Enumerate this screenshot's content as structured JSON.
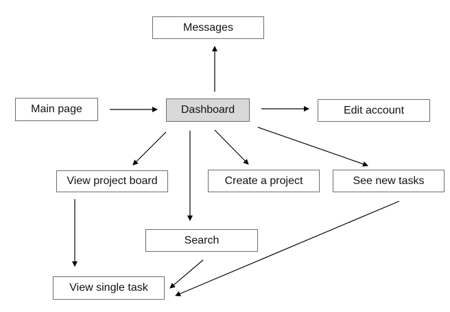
{
  "nodes": {
    "messages": {
      "label": "Messages"
    },
    "main_page": {
      "label": "Main page"
    },
    "dashboard": {
      "label": "Dashboard"
    },
    "edit_account": {
      "label": "Edit account"
    },
    "view_project_board": {
      "label": "View project board"
    },
    "create_project": {
      "label": "Create a project"
    },
    "see_new_tasks": {
      "label": "See new tasks"
    },
    "search": {
      "label": "Search"
    },
    "view_single_task": {
      "label": "View single task"
    }
  },
  "edges": [
    {
      "from": "dashboard",
      "to": "messages"
    },
    {
      "from": "main_page",
      "to": "dashboard"
    },
    {
      "from": "dashboard",
      "to": "edit_account"
    },
    {
      "from": "dashboard",
      "to": "view_project_board"
    },
    {
      "from": "dashboard",
      "to": "search"
    },
    {
      "from": "dashboard",
      "to": "create_project"
    },
    {
      "from": "dashboard",
      "to": "see_new_tasks"
    },
    {
      "from": "view_project_board",
      "to": "view_single_task"
    },
    {
      "from": "search",
      "to": "view_single_task"
    },
    {
      "from": "see_new_tasks",
      "to": "view_single_task"
    }
  ],
  "colors": {
    "highlight_fill": "#d9d9d9",
    "border": "#6b6b6b",
    "arrow": "#000000"
  }
}
